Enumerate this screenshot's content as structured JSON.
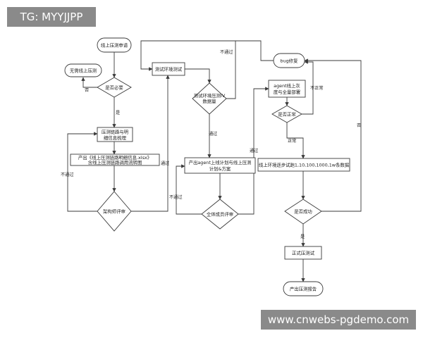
{
  "watermark_top": "TG: MYYJJPP",
  "watermark_bottom": "www.cnwebs-pgdemo.com",
  "nodes": {
    "apply": "线上压测申请",
    "no_test": "无需线上压测",
    "necessary": "是否必要",
    "sort_out": [
      "压测链路与明",
      "细信息梳理"
    ],
    "output_list": [
      "产出《线上压测链路明细信息.xlsx》",
      "含线上压测链路调用流转图"
    ],
    "arch_review": "架构师评审",
    "env_test": "测试环境测试",
    "env_data": [
      "测试环境压测IV",
      "数据量"
    ],
    "plan": [
      "产出agent上线计划与线上压测",
      "计划&方案"
    ],
    "all_review": "全体成员评审",
    "bug_fix": "bug修复",
    "agent_gray": [
      "agent线上灰",
      "度与全量部署"
    ],
    "normal": "是否正常",
    "online_step": "线上环境逐步试跑1,10,100,1000,1w条数据",
    "success": "是否成功",
    "formal": "正式压测试",
    "report": "产出压测报告"
  },
  "edges": {
    "no": "否",
    "yes": "是",
    "fail": "不通过",
    "pass": "通过",
    "abnormal": "不正常",
    "normal": "正常"
  }
}
